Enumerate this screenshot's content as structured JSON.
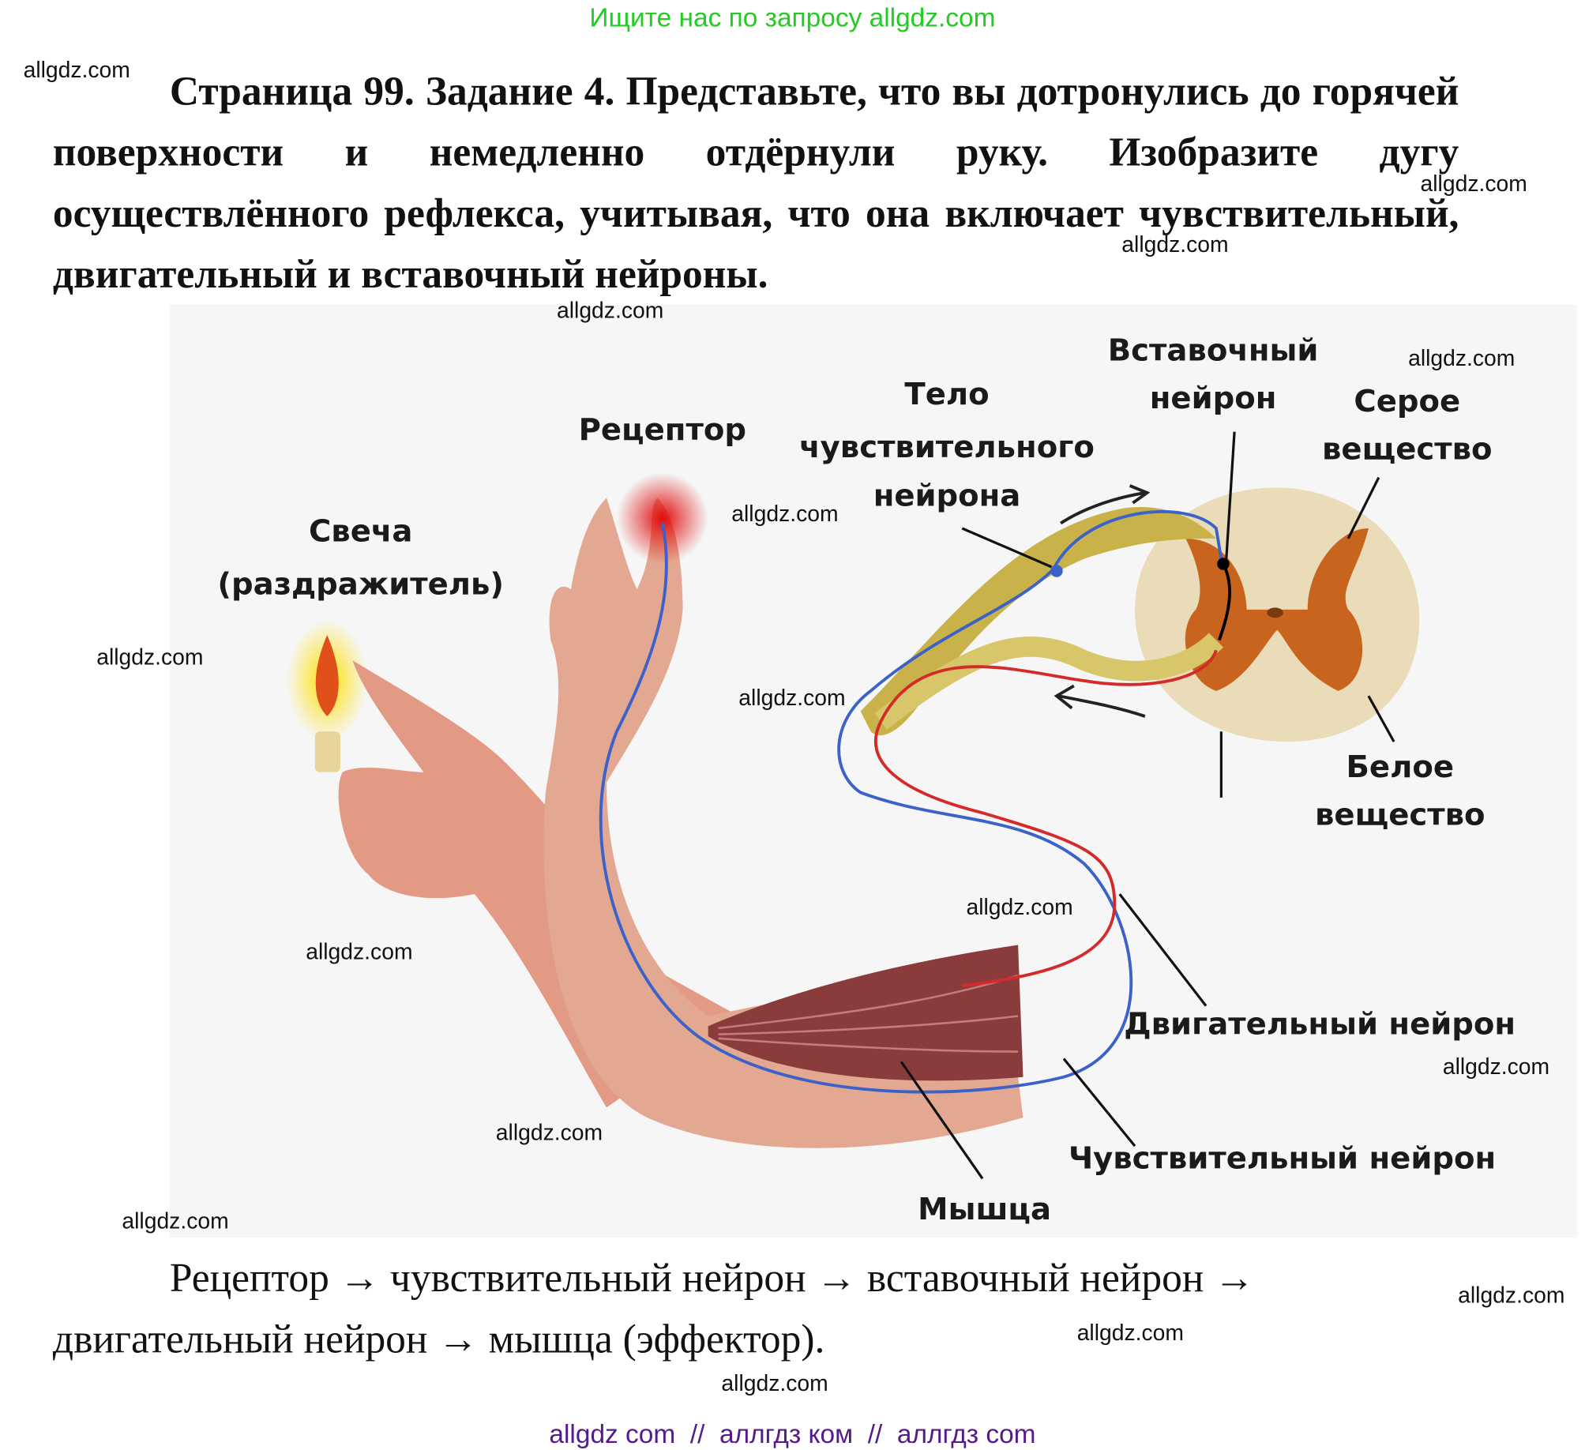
{
  "header_banner": "Ищите нас по запросу allgdz.com",
  "task": {
    "line1": "Страница 99. Задание 4. Представьте, что вы дотронулись до",
    "rest": "горячей поверхности и немедленно отдёрнули руку. Изобразите дугу осуществлённого рефлекса, учитывая, что она включает чувствительный, двигательный и вставочный нейроны."
  },
  "figure": {
    "labels": {
      "candle_1": "Свеча",
      "candle_2": "(раздражитель)",
      "receptor": "Рецептор",
      "body_1": "Тело",
      "body_2": "чувствительного",
      "body_3": "нейрона",
      "inter_1": "Вставочный",
      "inter_2": "нейрон",
      "grey_1": "Серое",
      "grey_2": "вещество",
      "white_1": "Белое",
      "white_2": "вещество",
      "motor": "Двигательный нейрон",
      "sensory": "Чувствительный нейрон",
      "muscle": "Мышца"
    },
    "colors": {
      "sensory": "#3a62c9",
      "motor": "#d42a2a",
      "grey_matter": "#c8641e",
      "white_matter": "#eadcb8",
      "skin": "#e0a088"
    }
  },
  "answer": {
    "line1": "Рецептор → чувствительный нейрон → вставочный нейрон →",
    "line2": "двигательный нейрон → мышца (эффектор)."
  },
  "watermark": "allgdz.com",
  "footer": "allgdz com  //  аллгдз ком  //  аллгдз com"
}
